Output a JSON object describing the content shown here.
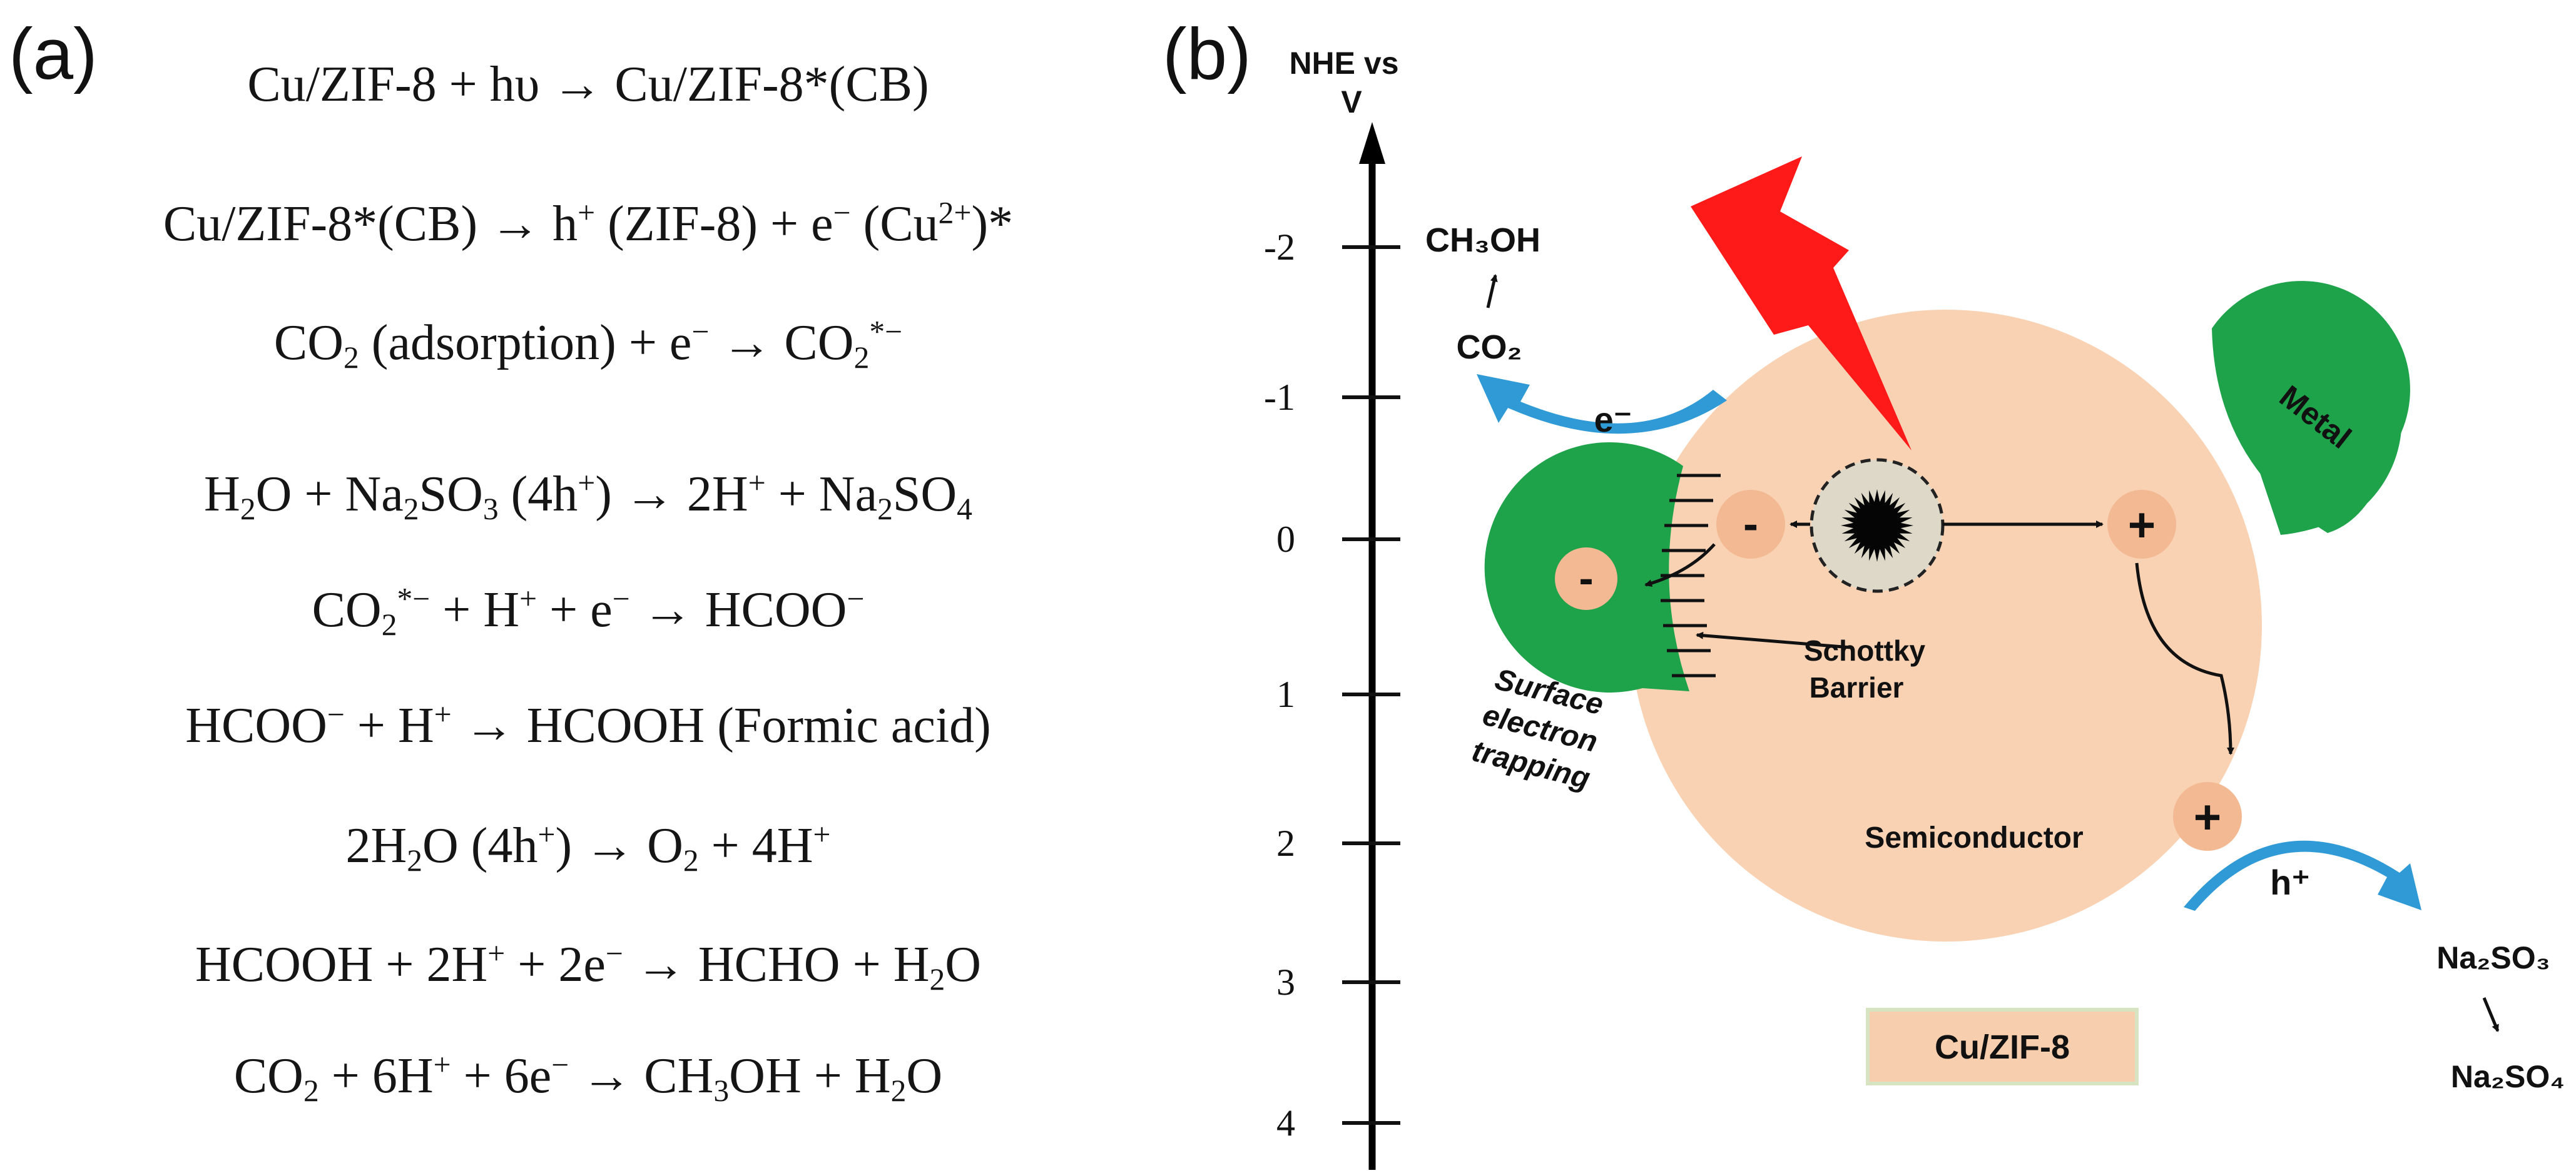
{
  "panel_a": {
    "label": "(a)",
    "equations": [
      {
        "lhs": "Cu/ZIF-8 + hυ",
        "rhs": "Cu/ZIF-8*(CB)"
      },
      {
        "lhs": "Cu/ZIF-8*(CB)",
        "rhs_parts": [
          "h",
          "+",
          " (ZIF-8) + e",
          "−",
          " (Cu",
          "2+",
          ")*"
        ]
      },
      {
        "lhs_parts": [
          "CO",
          "2",
          " (adsorption) + e",
          "−"
        ],
        "rhs_parts": [
          "CO",
          "2",
          "*−"
        ]
      },
      {
        "lhs_parts": [
          "H",
          "2",
          "O + Na",
          "2",
          "SO",
          "3",
          " (4h",
          "+",
          ")"
        ],
        "rhs_parts": [
          "2H",
          "+",
          " + Na",
          "2",
          "SO",
          "4"
        ]
      },
      {
        "lhs_parts": [
          "CO",
          "2",
          "*−",
          " + H",
          "+",
          " + e",
          "−"
        ],
        "rhs_parts": [
          "HCOO",
          "−"
        ]
      },
      {
        "lhs_parts": [
          "HCOO",
          "−",
          " + H",
          "+"
        ],
        "rhs": "HCOOH (Formic acid)"
      },
      {
        "lhs_parts": [
          "2H",
          "2",
          "O (4h",
          "+",
          ")"
        ],
        "rhs_parts": [
          "O",
          "2",
          " + 4H",
          "+"
        ]
      },
      {
        "lhs_parts": [
          "HCOOH + 2H",
          "+",
          " + 2e",
          "−"
        ],
        "rhs_parts": [
          "HCHO + H",
          "2",
          "O"
        ]
      },
      {
        "lhs_parts": [
          "CO",
          "2",
          " + 6H",
          "+",
          " + 6e",
          "−"
        ],
        "rhs_parts": [
          "CH",
          "3",
          "OH + H",
          "2",
          "O"
        ]
      }
    ],
    "arrow": "→"
  },
  "panel_b": {
    "label": "(b)",
    "axis_title_line1": "NHE vs",
    "axis_title_line2": "V",
    "ticks": [
      "-2",
      "-1",
      "0",
      "1",
      "2",
      "3",
      "4"
    ],
    "ch3oh": "CH₃OH",
    "co2": "CO₂",
    "electron": "e⁻",
    "minus": "-",
    "plus": "+",
    "metal": "Metal",
    "schottky_1": "Schottky",
    "schottky_2": "Barrier",
    "surface_1": "Surface",
    "surface_2": "electron",
    "surface_3": "trapping",
    "semiconductor": "Semiconductor",
    "hole": "h⁺",
    "na2so3": "Na₂SO₃",
    "na2so4": "Na₂SO₄",
    "caption": "Cu/ZIF-8",
    "colors": {
      "semiconductor": "#f9d2b4",
      "metal": "#1ea24a",
      "charge": "#f3b992",
      "flash": "#ff1a1a",
      "blue_arrow": "#2f9ad6",
      "caption_bg": "#f8cfae"
    }
  }
}
